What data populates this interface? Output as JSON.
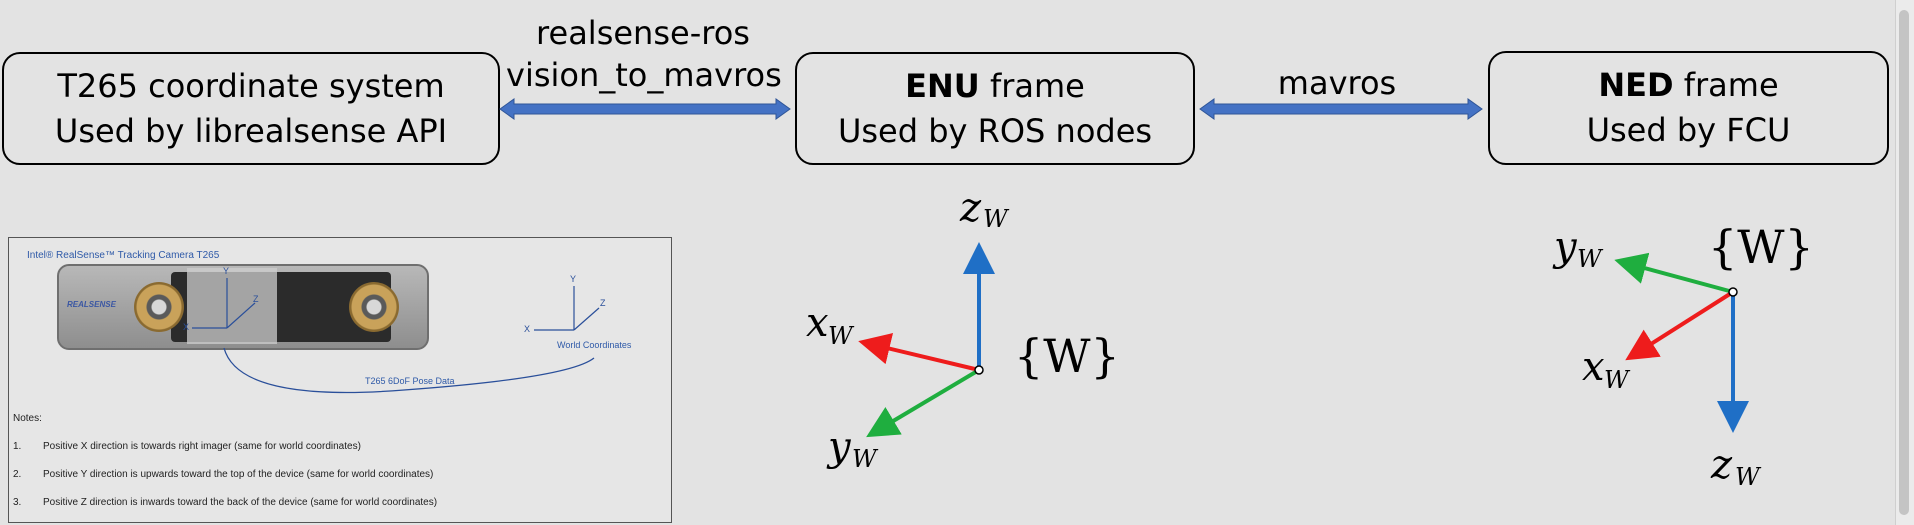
{
  "boxes": {
    "t265": {
      "line1": "T265 coordinate system",
      "line2": "Used by librealsense API"
    },
    "enu": {
      "bold": "ENU",
      "rest": " frame",
      "line2": "Used by ROS nodes"
    },
    "ned": {
      "bold": "NED",
      "rest": " frame",
      "line2": "Used by FCU"
    }
  },
  "connectors": {
    "left": {
      "line1": "realsense-ros",
      "line2": "vision_to_mavros"
    },
    "right": {
      "label": "mavros"
    }
  },
  "enu_axes": {
    "origin_label": "{W}",
    "x": {
      "label": "x",
      "sub": "W",
      "color": "#ee1c1c"
    },
    "y": {
      "label": "y",
      "sub": "W",
      "color": "#1fae3f"
    },
    "z": {
      "label": "z",
      "sub": "W",
      "color": "#1f6fc6"
    }
  },
  "ned_axes": {
    "origin_label": "{W}",
    "x": {
      "label": "x",
      "sub": "W",
      "color": "#ee1c1c"
    },
    "y": {
      "label": "y",
      "sub": "W",
      "color": "#1fae3f"
    },
    "z": {
      "label": "z",
      "sub": "W",
      "color": "#1f6fc6"
    }
  },
  "arrow_color": "#4472c4",
  "reference_image": {
    "title": "Intel® RealSense™ Tracking Camera T265",
    "logo": "REALSENSE",
    "camera_axes": {
      "x": "X",
      "y": "Y",
      "z": "Z"
    },
    "world_axes": {
      "x": "X",
      "y": "Y",
      "z": "Z",
      "label": "World Coordinates"
    },
    "pose_label": "T265 6DoF Pose Data",
    "notes_heading": "Notes:",
    "notes": [
      {
        "num": "1.",
        "text": "Positive X direction is towards right imager (same for world coordinates)"
      },
      {
        "num": "2.",
        "text": "Positive Y direction is upwards toward the top of the device (same for world coordinates)"
      },
      {
        "num": "3.",
        "text": "Positive Z direction is inwards toward the back of the device (same for world coordinates)"
      }
    ]
  }
}
